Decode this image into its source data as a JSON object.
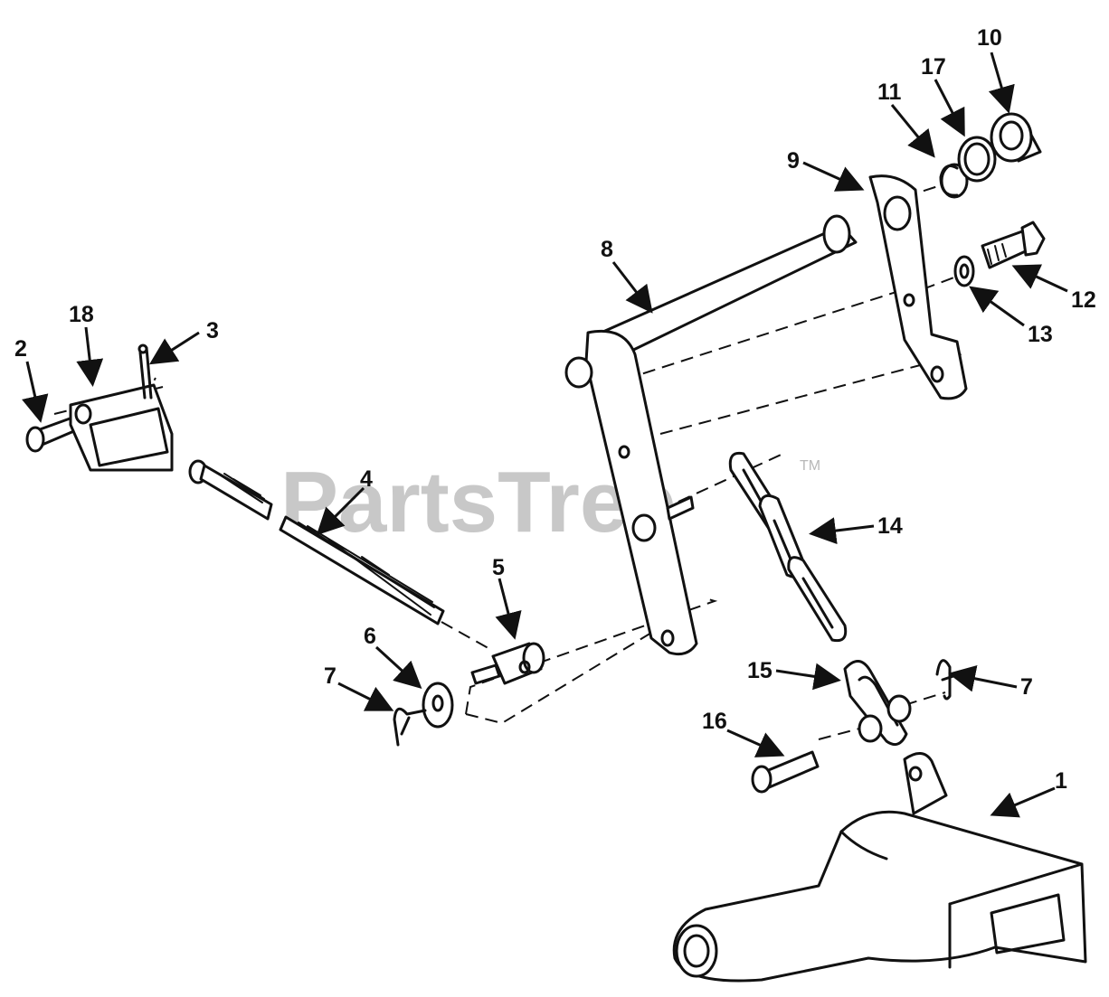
{
  "watermark": {
    "text": "PartsTree",
    "trademark": "TM"
  },
  "callouts": [
    "1",
    "2",
    "3",
    "4",
    "5",
    "6",
    "7",
    "7",
    "8",
    "9",
    "10",
    "11",
    "12",
    "13",
    "14",
    "15",
    "16",
    "17",
    "18"
  ]
}
